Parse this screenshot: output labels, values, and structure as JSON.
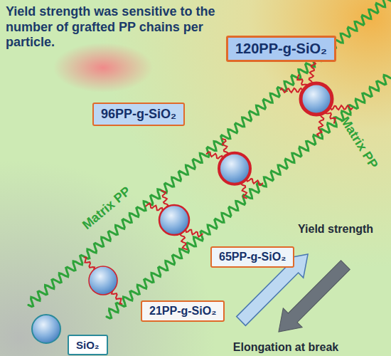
{
  "diagram": {
    "title": "Yield strength was sensitive to the number of grafted PP chains per particle.",
    "nodes": [
      {
        "text": [
          "120PP-g-SiO₂"
        ]
      },
      {
        "text": [
          "96PP-g-SiO₂"
        ]
      },
      {
        "text": [
          "65PP-g-SiO₂"
        ]
      },
      {
        "text": [
          "21PP-g-SiO₂"
        ]
      },
      {
        "text": [
          "SiO₂"
        ]
      }
    ],
    "labels": [
      "Matrix PP",
      "Matrix PP",
      "Yield strength",
      "Elongation at break"
    ]
  }
}
